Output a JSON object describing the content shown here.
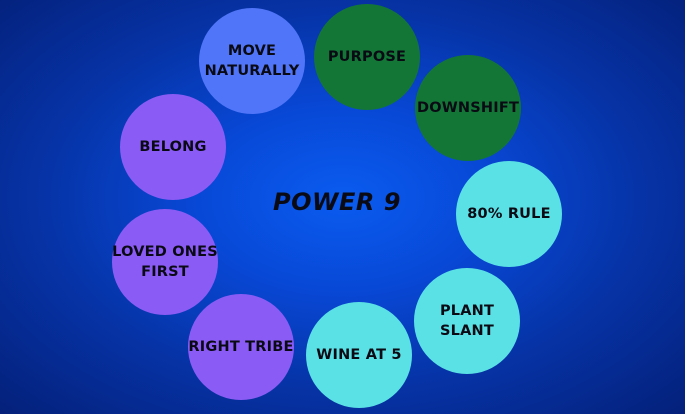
{
  "title": "POWER 9",
  "colors": {
    "periwinkle": "#5075f8",
    "green": "#137636",
    "cyan": "#5ae1e5",
    "violet": "#8a5bf5"
  },
  "items": [
    {
      "label": "MOVE\nNATURALLY",
      "color": "#5075f8"
    },
    {
      "label": "PURPOSE",
      "color": "#137636"
    },
    {
      "label": "DOWNSHIFT",
      "color": "#137636"
    },
    {
      "label": "80% RULE",
      "color": "#5ae1e5"
    },
    {
      "label": "PLANT SLANT",
      "color": "#5ae1e5"
    },
    {
      "label": "WINE AT 5",
      "color": "#5ae1e5"
    },
    {
      "label": "RIGHT TRIBE",
      "color": "#8a5bf5"
    },
    {
      "label": "LOVED ONES\nFIRST",
      "color": "#8a5bf5"
    },
    {
      "label": "BELONG",
      "color": "#8a5bf5"
    }
  ]
}
